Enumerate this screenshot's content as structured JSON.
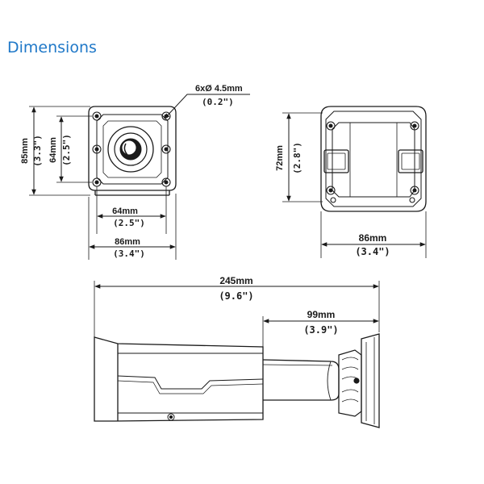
{
  "title": "Dimensions",
  "mount_view": {
    "hole_mm": "6xØ 4.5mm",
    "hole_in": "(0.2\")",
    "height_mm": "85mm",
    "height_in": "(3.3\")",
    "hole_height_mm": "64mm",
    "hole_height_in": "(2.5\")",
    "hole_width_mm": "64mm",
    "hole_width_in": "(2.5\")",
    "width_mm": "86mm",
    "width_in": "(3.4\")"
  },
  "front_view": {
    "height_mm": "72mm",
    "height_in": "(2.8\")",
    "width_mm": "86mm",
    "width_in": "(3.4\")"
  },
  "side_view": {
    "length_mm": "245mm",
    "length_in": "(9.6\")",
    "bracket_mm": "99mm",
    "bracket_in": "(3.9\")"
  }
}
